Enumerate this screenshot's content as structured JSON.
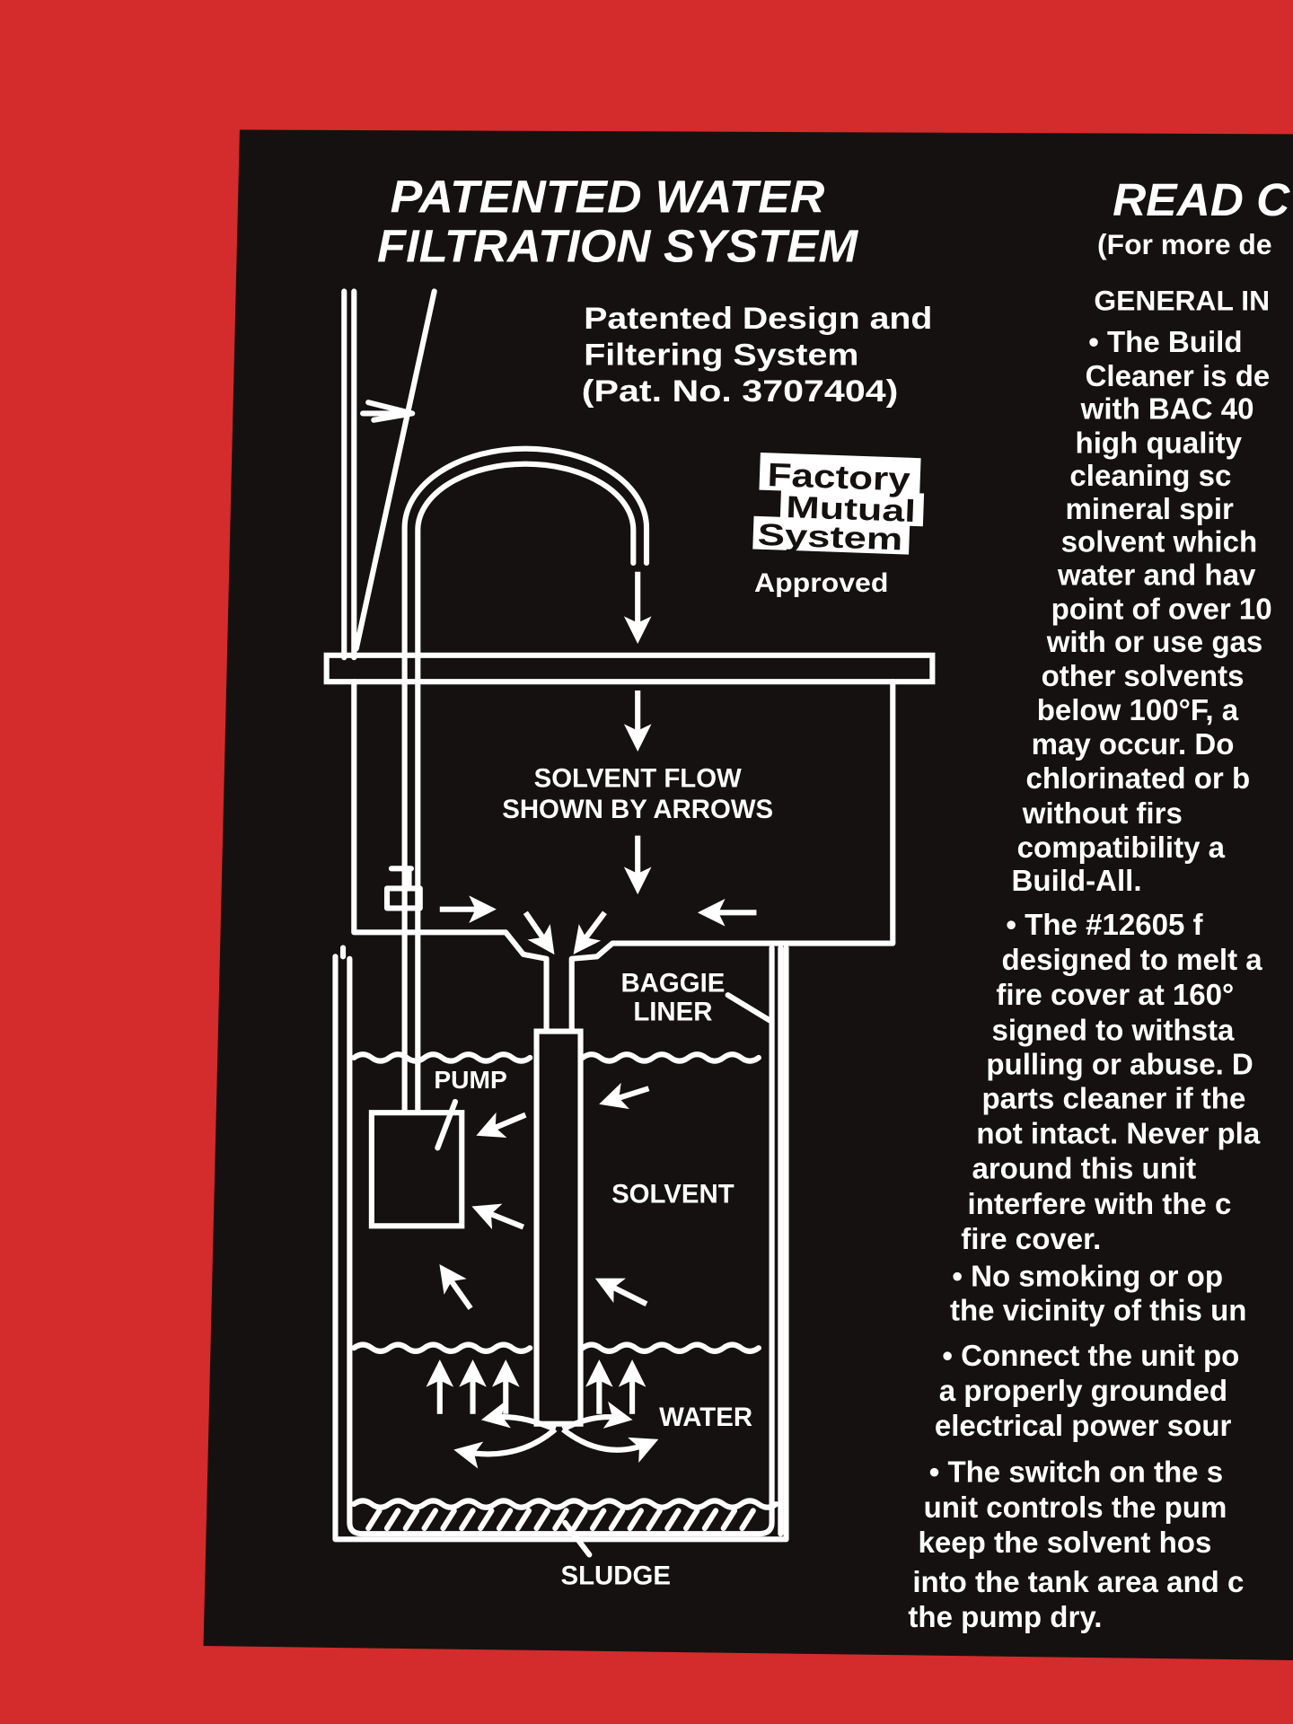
{
  "left_panel": {
    "title_line1": "PATENTED WATER",
    "title_line2": "FILTRATION SYSTEM",
    "subtitle_lines": [
      "Patented Design and",
      "Filtering System",
      "(Pat. No. 3707404)"
    ],
    "logo_lines": [
      "Factory",
      "Mutual",
      "System"
    ],
    "logo_caption": "Approved",
    "diagram_labels": {
      "flow_line1": "SOLVENT FLOW",
      "flow_line2": "SHOWN BY ARROWS",
      "baggie_line1": "BAGGIE",
      "baggie_line2": "LINER",
      "pump": "PUMP",
      "solvent": "SOLVENT",
      "water": "WATER",
      "sludge": "SLUDGE"
    }
  },
  "right_panel": {
    "heading": "READ C",
    "subheading": "(For more de",
    "section": "GENERAL IN",
    "lines": [
      "• The Build",
      "Cleaner is de",
      "with BAC 40",
      "high quality",
      "cleaning sc",
      "mineral spir",
      "solvent which",
      "water and hav",
      "point of over 10",
      "with or use gas",
      "other solvents",
      "below 100°F, a",
      "may occur. Do",
      "chlorinated or b",
      "without firs",
      "compatibility a",
      "Build-All.",
      "• The #12605 f",
      "designed to melt a",
      "fire cover at 160°",
      "signed to withsta",
      "pulling or abuse. D",
      "parts cleaner if the",
      "not intact. Never pla",
      "around this unit",
      "interfere with the c",
      "fire cover.",
      "• No smoking or op",
      "the vicinity of this un",
      "• Connect the unit po",
      "a properly grounded",
      "electrical power sour",
      "• The switch on the s",
      "unit controls the pum",
      "keep the solvent hos",
      "into the tank area and c",
      "the pump dry."
    ]
  },
  "colors": {
    "background": "#d42b2c",
    "panel": "#151110",
    "ink": "#ffffff"
  }
}
